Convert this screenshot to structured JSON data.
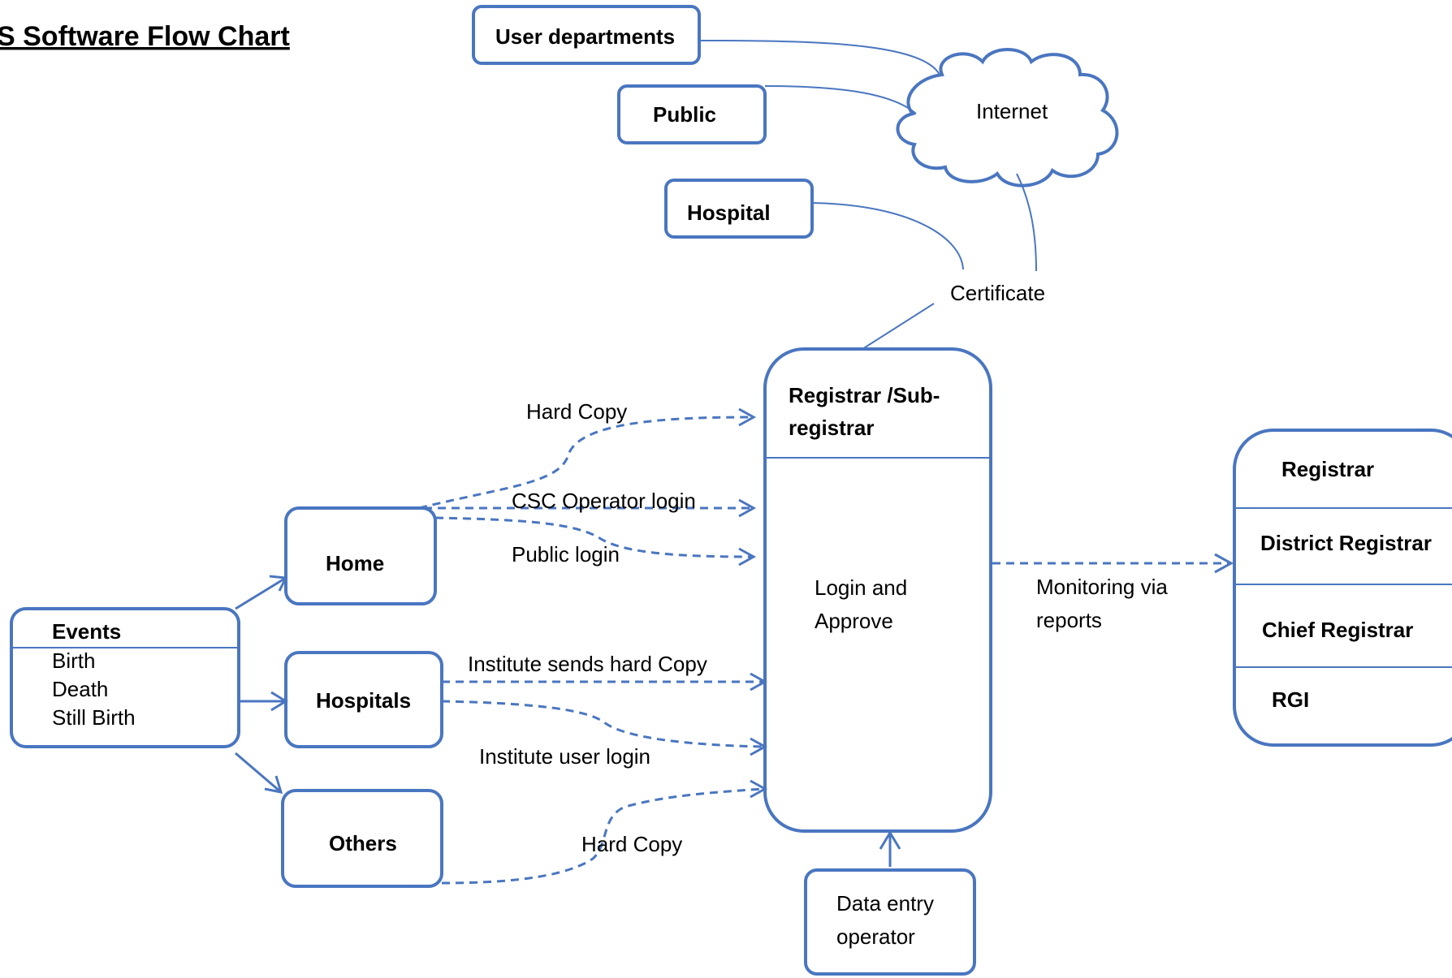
{
  "title": "S Software Flow Chart",
  "external": {
    "user_departments": "User departments",
    "public": "Public",
    "hospital": "Hospital",
    "internet": "Internet",
    "certificate": "Certificate"
  },
  "events": {
    "header": "Events",
    "items": [
      "Birth",
      "Death",
      "Still Birth"
    ]
  },
  "sources": {
    "home": "Home",
    "hospitals": "Hospitals",
    "others": "Others"
  },
  "edges": {
    "hard_copy_top": "Hard Copy",
    "csc_operator_login": "CSC Operator login",
    "public_login": "Public login",
    "institute_sends_hard_copy": "Institute sends hard Copy",
    "institute_user_login": "Institute user login",
    "hard_copy_bottom": "Hard Copy",
    "monitoring_line1": "Monitoring via",
    "monitoring_line2": "reports"
  },
  "registrar_box": {
    "header_line1": "Registrar /Sub-",
    "header_line2": "registrar",
    "body_line1": "Login and",
    "body_line2": "Approve"
  },
  "data_entry": {
    "line1": "Data entry",
    "line2": "operator"
  },
  "hierarchy": [
    "Registrar",
    "District Registrar",
    "Chief Registrar",
    "RGI"
  ],
  "colors": {
    "stroke": "#4a76c0",
    "text": "#000000",
    "background": "#ffffff"
  }
}
